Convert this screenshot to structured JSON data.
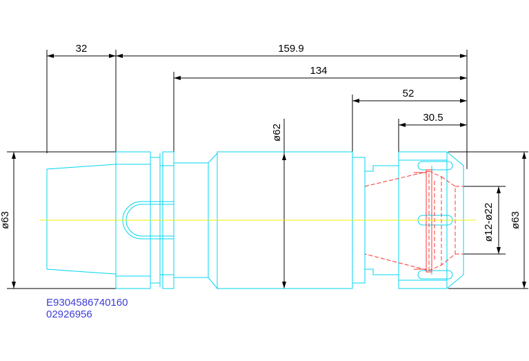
{
  "dimensions": {
    "top_32": "32",
    "top_159_9": "159.9",
    "top_134": "134",
    "top_52": "52",
    "top_30_5": "30.5",
    "dia_62": "ø62",
    "dia_63_left": "ø63",
    "dia_63_right": "ø63",
    "dia_12_22": "ø12-ø22"
  },
  "part_codes": {
    "line1": "E9304586740160",
    "line2": "02926956"
  },
  "colors": {
    "geometry": "#00d4f0",
    "dimension": "#000000",
    "hidden": "#ff3030",
    "centerline": "#f0f000",
    "code_text": "#3c3cd8"
  }
}
